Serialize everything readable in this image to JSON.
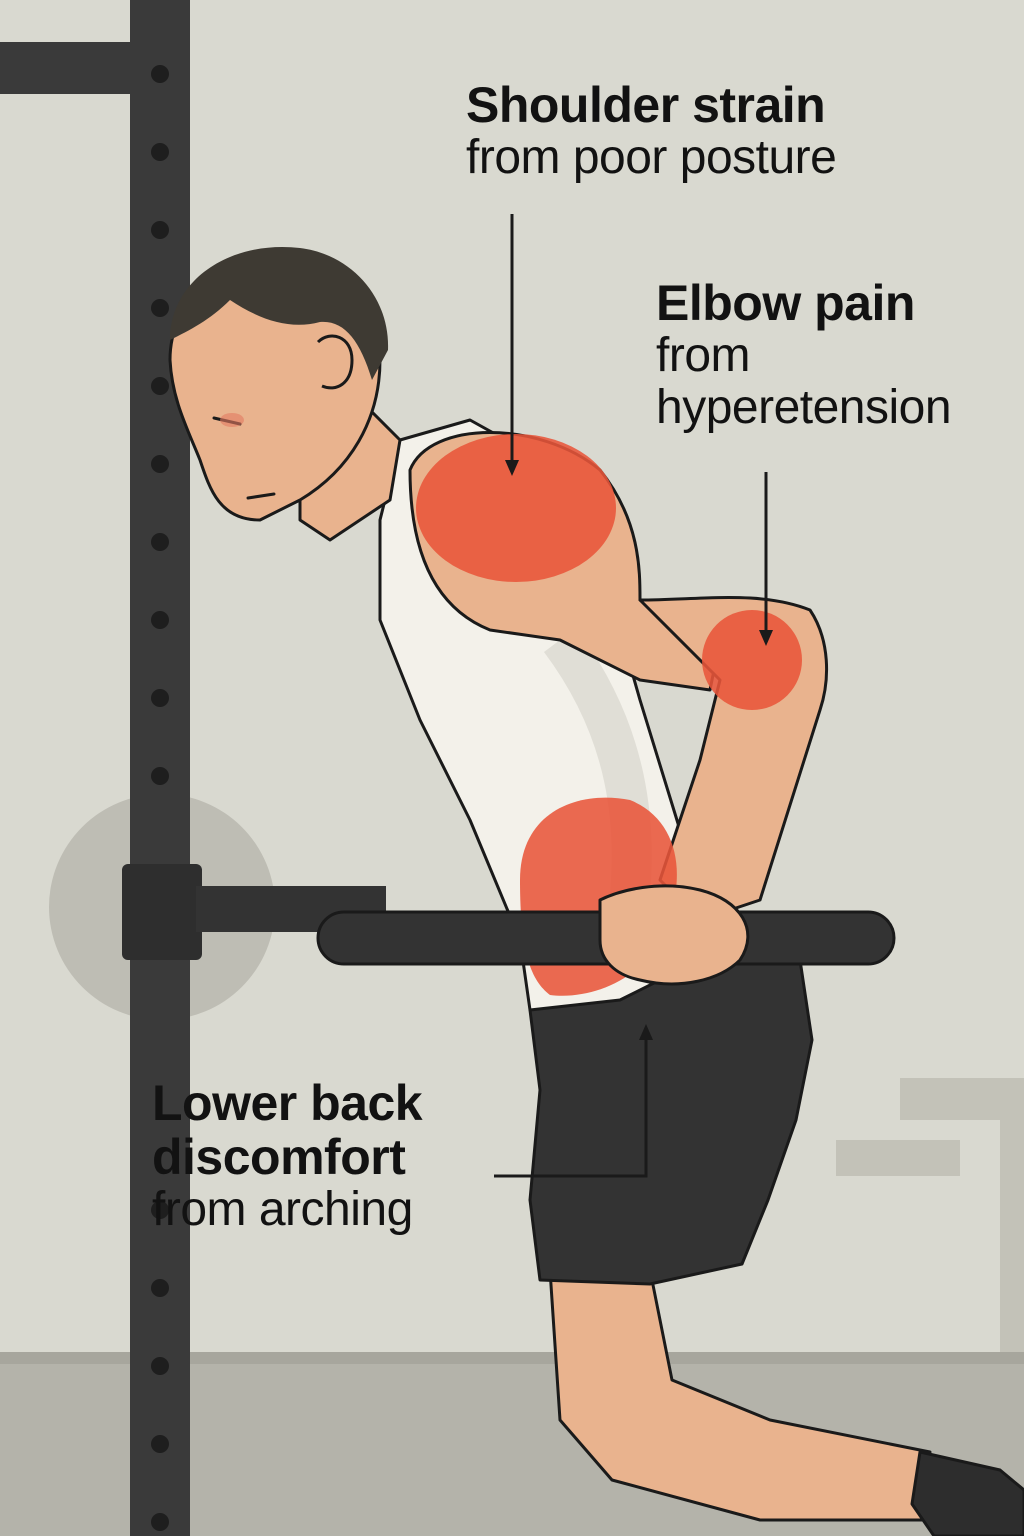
{
  "annotations": {
    "shoulder": {
      "title": "Shoulder strain",
      "subtitle": "from poor posture"
    },
    "elbow": {
      "title": "Elbow pain",
      "subtitle_line1": "from",
      "subtitle_line2": "hyperetension"
    },
    "lower_back": {
      "title_line1": "Lower back",
      "title_line2": "discomfort",
      "subtitle": "from arching"
    }
  },
  "colors": {
    "background": "#d9d9d0",
    "rack": "#3a3a3a",
    "pain_highlight": "#e8553a",
    "skin": "#e9b38e",
    "tank_top": "#f3f1ea",
    "shorts": "#333333",
    "hair": "#3e3a33"
  },
  "icons": [
    "pain-spot-shoulder-icon",
    "pain-spot-elbow-icon",
    "pain-spot-lower-back-icon",
    "arrow-icon"
  ]
}
